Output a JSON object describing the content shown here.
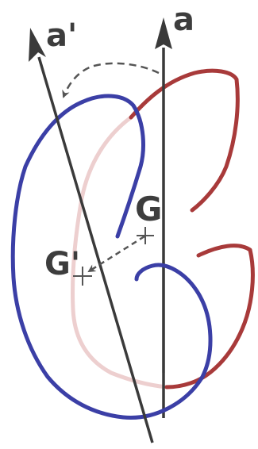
{
  "labels": {
    "axis_original": "a",
    "axis_rotated": "a'",
    "centroid_original": "G",
    "centroid_rotated": "G'"
  },
  "colors": {
    "original_shape": "#a83a3a",
    "original_shape_faded": "#edcfcf",
    "rotated_shape": "#3b3fa6",
    "axis": "#3a3a3a",
    "dashed_arrow": "#555555",
    "label": "#3d3d3d",
    "background": "#ffffff"
  }
}
